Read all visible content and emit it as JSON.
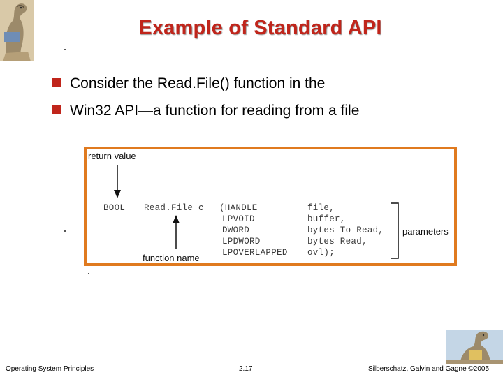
{
  "slide": {
    "title": "Example of Standard API",
    "bullets": [
      "Consider the Read.File() function in the",
      "Win32 API—a function for reading from a file"
    ]
  },
  "figure": {
    "return_value_label": "return value",
    "function_name_label": "function name",
    "parameters_label": "parameters",
    "return_type": "BOOL",
    "function_name": "Read.File c",
    "param_types": [
      "(HANDLE",
      "LPVOID",
      "DWORD",
      "LPDWORD",
      "LPOVERLAPPED"
    ],
    "param_names": [
      "file,",
      "buffer,",
      "bytes To Read,",
      "bytes Read,",
      "ovl);"
    ]
  },
  "footer": {
    "left": "Operating System Principles",
    "center": "2.17",
    "right": "Silberschatz, Galvin and Gagne ©2005"
  },
  "colors": {
    "title": "#c0251b",
    "bullet": "#c0251b",
    "figure_border": "#e07a1f"
  }
}
